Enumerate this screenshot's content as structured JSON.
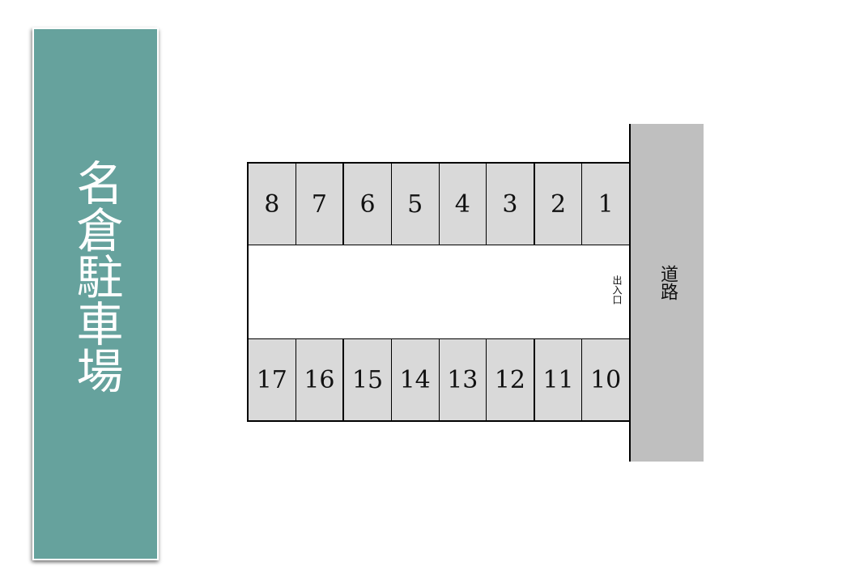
{
  "title_panel": {
    "title": "名倉駐車場",
    "background_color": "#66a29d",
    "text_color": "#ffffff"
  },
  "lot": {
    "stall_color": "#d9d9d9",
    "top_row": {
      "stalls": [
        {
          "label": "8"
        },
        {
          "label": "7"
        },
        {
          "label": "6"
        },
        {
          "label": "5"
        },
        {
          "label": "4"
        },
        {
          "label": "3"
        },
        {
          "label": "2"
        },
        {
          "label": "1"
        }
      ]
    },
    "bottom_row": {
      "stalls": [
        {
          "label": "17"
        },
        {
          "label": "16"
        },
        {
          "label": "15"
        },
        {
          "label": "14"
        },
        {
          "label": "13"
        },
        {
          "label": "12"
        },
        {
          "label": "11"
        },
        {
          "label": "10"
        }
      ]
    },
    "entrance_label": "出入口"
  },
  "road": {
    "label": "道路",
    "color": "#bfbfbf"
  }
}
